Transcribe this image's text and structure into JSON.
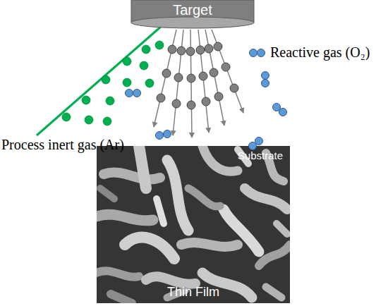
{
  "diagram": {
    "nodes": [
      {
        "text": [
          "Target"
        ]
      },
      {
        "text": [
          "Substrate",
          "Thin Film"
        ]
      }
    ],
    "labels": [
      "Reactive gas (O₂)",
      "Process inert gas (Ar)"
    ]
  }
}
